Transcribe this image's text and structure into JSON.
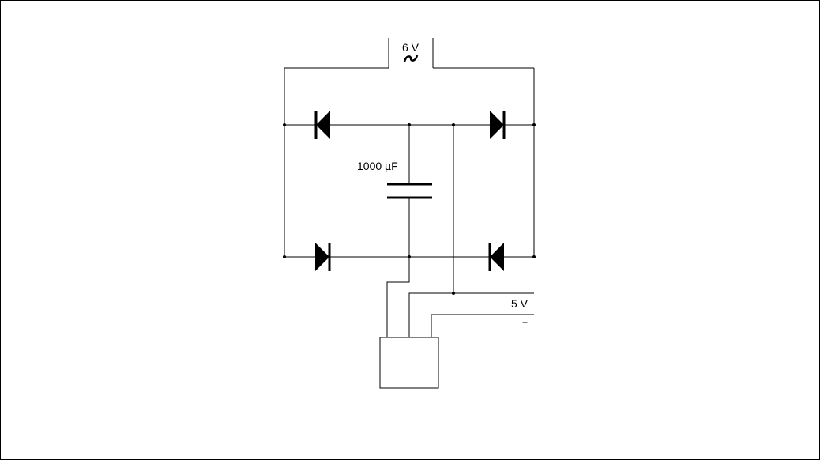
{
  "source": {
    "voltage_label": "6 V",
    "symbol_icon": "ac-source-icon"
  },
  "capacitor": {
    "value_label": "1000 µF"
  },
  "output": {
    "voltage_label": "5 V",
    "polarity_label": "+"
  }
}
